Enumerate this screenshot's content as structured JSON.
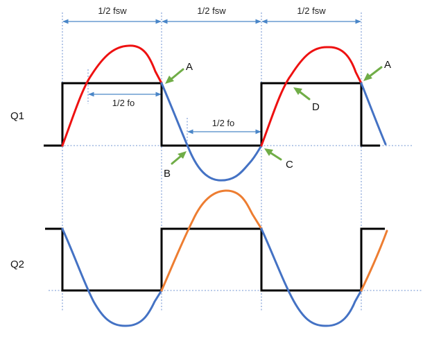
{
  "diagram": {
    "signals": [
      {
        "id": "q1",
        "label": "Q1"
      },
      {
        "id": "q2",
        "label": "Q2"
      }
    ],
    "dimensions": [
      {
        "id": "fsw-1",
        "label": "1/2 fsw"
      },
      {
        "id": "fsw-2",
        "label": "1/2 fsw"
      },
      {
        "id": "fsw-3",
        "label": "1/2 fsw"
      },
      {
        "id": "fo-1",
        "label": "1/2 fo"
      },
      {
        "id": "fo-2",
        "label": "1/2 fo"
      }
    ],
    "points": [
      {
        "id": "a1",
        "label": "A"
      },
      {
        "id": "a2",
        "label": "A"
      },
      {
        "id": "b",
        "label": "B"
      },
      {
        "id": "c",
        "label": "C"
      },
      {
        "id": "d",
        "label": "D"
      }
    ],
    "colors": {
      "square_wave": "#000000",
      "current_positive_q1": "#ee1111",
      "current_positive_q2": "#ed7d31",
      "current_negative": "#4472c4",
      "guide_lines": "#4472c4",
      "dimension_arrows": "#4a86c8",
      "callout_arrows": "#70ad47"
    }
  }
}
